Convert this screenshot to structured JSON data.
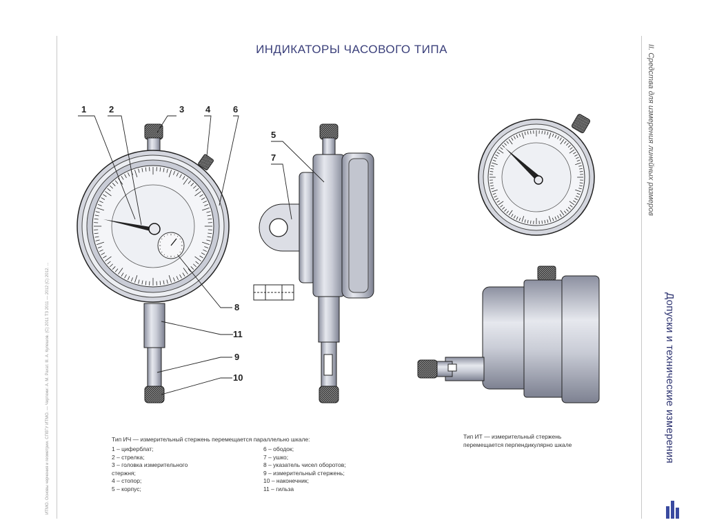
{
  "title": "ИНДИКАТОРЫ ЧАСОВОГО ТИПА",
  "side_left": "ИТМО. Основы черчения и геометрии. СПбГУ ИТМО. — Чертежи: А. М. Рахат. Ill. А. Кулешов. (С) 2011 ТЗ 2011 — 2012 (С) 2012.  ...",
  "side_right_top": "II. Средства для измерения линейных размеров",
  "side_right_main": "Допуски и технические измерения",
  "callouts": [
    "1",
    "2",
    "3",
    "4",
    "6",
    "5",
    "7",
    "8",
    "11",
    "9",
    "10"
  ],
  "caption_left": "Тип ИЧ — измерительный стержень перемещается параллельно шкале:",
  "caption_right_line1": "Тип ИТ — измерительный стержень",
  "caption_right_line2": "перемещается перпендикулярно шкале",
  "legend_col1": [
    "1 – циферблат;",
    "2 – стрелка;",
    "3 – головка измерительного",
    "      стержня;",
    "4 – стопор;",
    "5 – корпус;"
  ],
  "legend_col2": [
    "6 – ободок;",
    "7 – ушко;",
    "8 – указатель чисел оборотов;",
    "9 – измерительный стержень;",
    "10 – наконечник;",
    "11 – гильза"
  ]
}
